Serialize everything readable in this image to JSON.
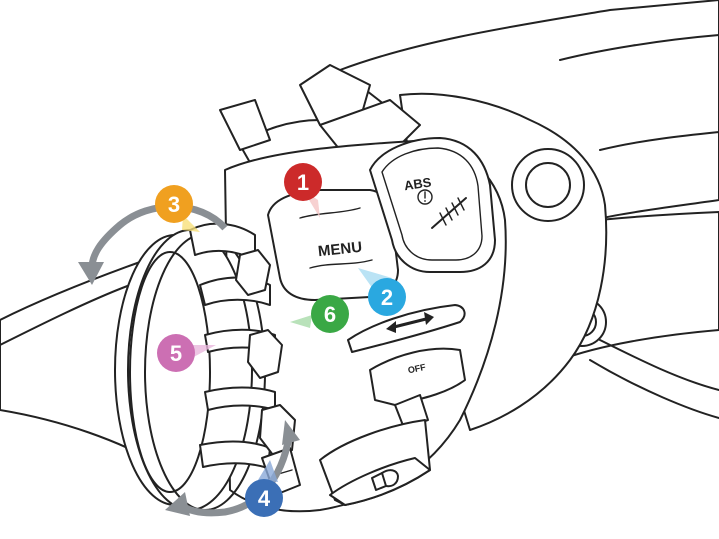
{
  "labels": {
    "menu_button": "MENU",
    "abs_text": "ABS",
    "off_text": "OFF"
  },
  "callouts": [
    {
      "number": "1",
      "color": "#cc2a2a",
      "pointer_color": "#f5c6c6"
    },
    {
      "number": "2",
      "color": "#2aa8e0",
      "pointer_color": "#a9dcf3"
    },
    {
      "number": "3",
      "color": "#f0a020",
      "pointer_color": "#f7e07a"
    },
    {
      "number": "4",
      "color": "#3b6fb6",
      "pointer_color": "#8aa9d8"
    },
    {
      "number": "5",
      "color": "#cc6fb3",
      "pointer_color": "#e8b7dc"
    },
    {
      "number": "6",
      "color": "#3aa845",
      "pointer_color": "#a8dba9"
    }
  ],
  "colors": {
    "line": "#222222",
    "rotation_arrow": "#8a8f94"
  },
  "icons": [
    "abs-warning-icon",
    "horn-icon",
    "left-right-arrow-icon"
  ]
}
